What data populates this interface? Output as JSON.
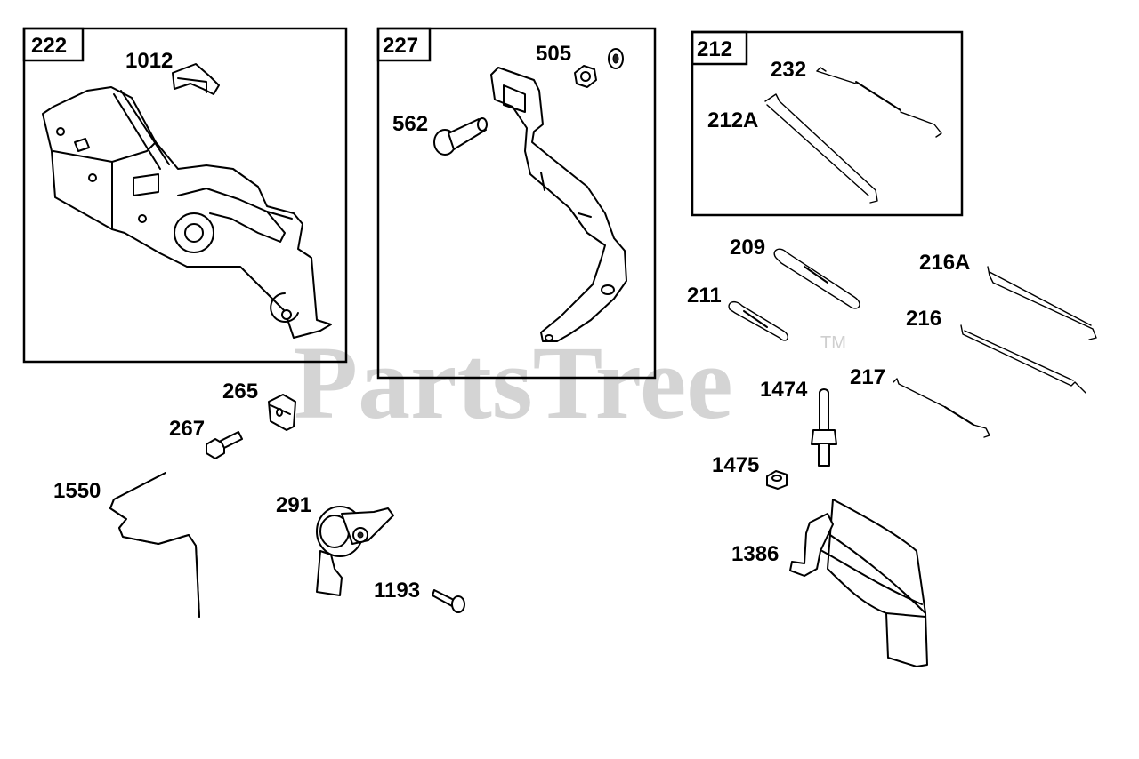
{
  "watermark": {
    "text": "PartsTree",
    "trademark": "TM"
  },
  "groups": [
    {
      "id": "g222",
      "label": "222"
    },
    {
      "id": "g227",
      "label": "227"
    },
    {
      "id": "g212",
      "label": "212"
    }
  ],
  "parts": {
    "p1012": "1012",
    "p505": "505",
    "p562": "562",
    "p232": "232",
    "p212A": "212A",
    "p209": "209",
    "p216A": "216A",
    "p211": "211",
    "p216": "216",
    "p265": "265",
    "p1474": "1474",
    "p217": "217",
    "p267": "267",
    "p1475": "1475",
    "p1550": "1550",
    "p291": "291",
    "p1386": "1386",
    "p1193": "1193"
  }
}
